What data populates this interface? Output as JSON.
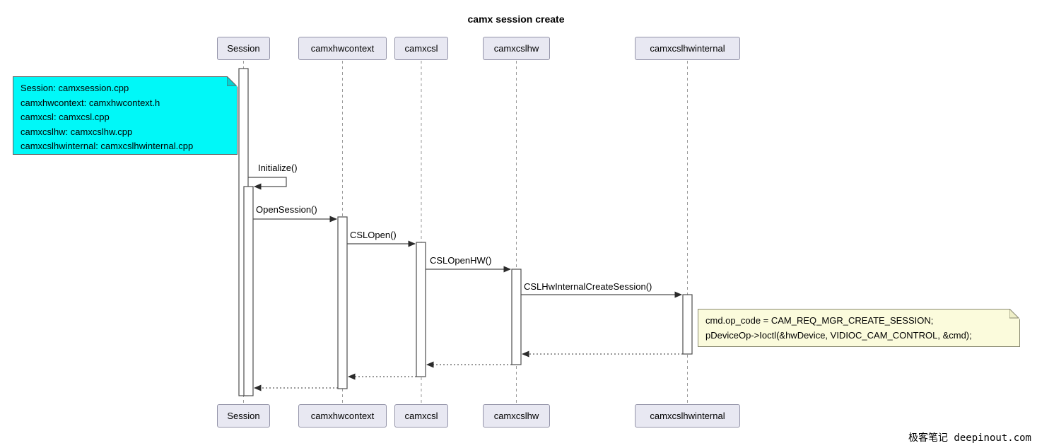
{
  "diagram": {
    "title": "camx session create",
    "type": "uml-sequence-diagram"
  },
  "participants": [
    {
      "label": "Session"
    },
    {
      "label": "camxhwcontext"
    },
    {
      "label": "camxcsl"
    },
    {
      "label": "camxcslhw"
    },
    {
      "label": "camxcslhwinternal"
    }
  ],
  "messages": [
    {
      "label": "Initialize()",
      "from": "Session",
      "to": "Session",
      "kind": "self-call"
    },
    {
      "label": "OpenSession()",
      "from": "Session",
      "to": "camxhwcontext",
      "kind": "call"
    },
    {
      "label": "CSLOpen()",
      "from": "camxhwcontext",
      "to": "camxcsl",
      "kind": "call"
    },
    {
      "label": "CSLOpenHW()",
      "from": "camxcsl",
      "to": "camxcslhw",
      "kind": "call"
    },
    {
      "label": "CSLHwInternalCreateSession()",
      "from": "camxcslhw",
      "to": "camxcslhwinternal",
      "kind": "call"
    }
  ],
  "returns": [
    {
      "from": "camxcslhwinternal",
      "to": "camxcslhw"
    },
    {
      "from": "camxcslhw",
      "to": "camxcsl"
    },
    {
      "from": "camxcsl",
      "to": "camxhwcontext"
    },
    {
      "from": "camxhwcontext",
      "to": "Session"
    }
  ],
  "notes": {
    "files": {
      "color": "#00f8f8",
      "lines": [
        "Session: camxsession.cpp",
        "camxhwcontext: camxhwcontext.h",
        "camxcsl: camxcsl.cpp",
        "camxcslhw: camxcslhw.cpp",
        "camxcslhwinternal: camxcslhwinternal.cpp"
      ]
    },
    "code": {
      "color": "#fbfbdc",
      "lines": [
        "cmd.op_code = CAM_REQ_MGR_CREATE_SESSION;",
        "pDeviceOp->Ioctl(&hwDevice, VIDIOC_CAM_CONTROL, &cmd);"
      ]
    }
  },
  "watermark": "极客笔记 deepinout.com",
  "colors": {
    "participant_fill": "#e8e8f2",
    "participant_border": "#9393a8",
    "line": "#4d4d4d",
    "lifeline": "#9a9a9a",
    "note_cyan": "#00f8f8",
    "note_yellow": "#fbfbdc"
  }
}
